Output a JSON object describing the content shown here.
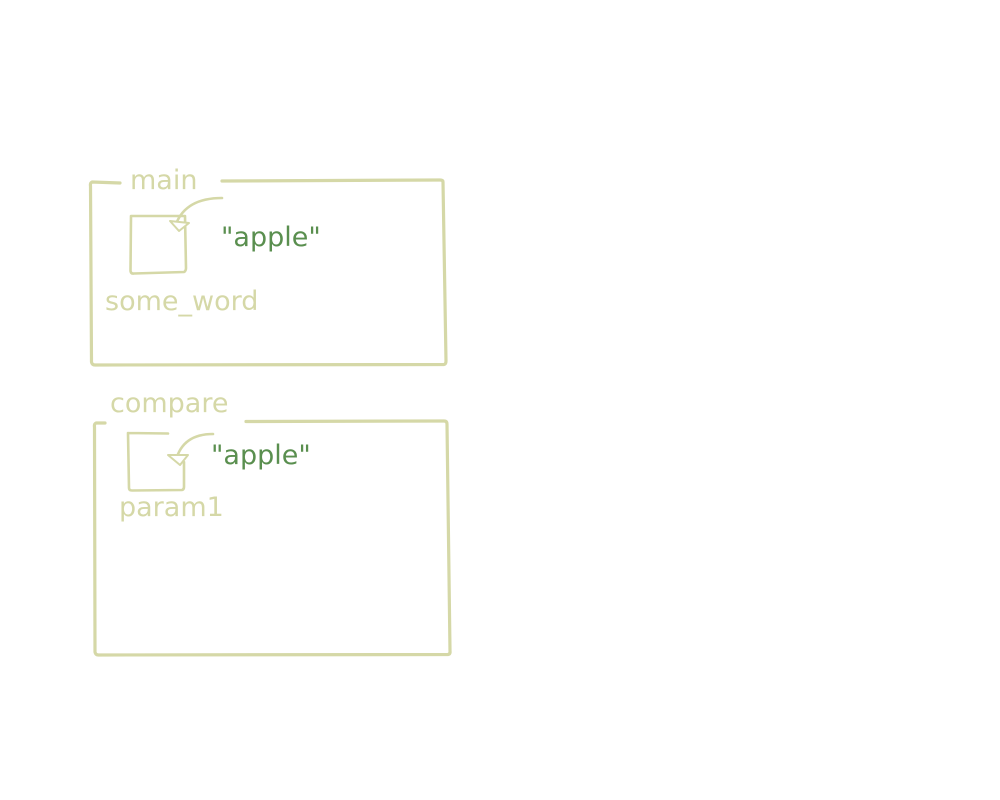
{
  "colors": {
    "frame": "#d5d8a7",
    "value": "#5a8f4f",
    "background": "#ffffff"
  },
  "frames": [
    {
      "title": "main",
      "variable": {
        "name": "some_word",
        "value": "\"apple\""
      }
    },
    {
      "title": "compare",
      "variable": {
        "name": "param1",
        "value": "\"apple\""
      }
    }
  ]
}
